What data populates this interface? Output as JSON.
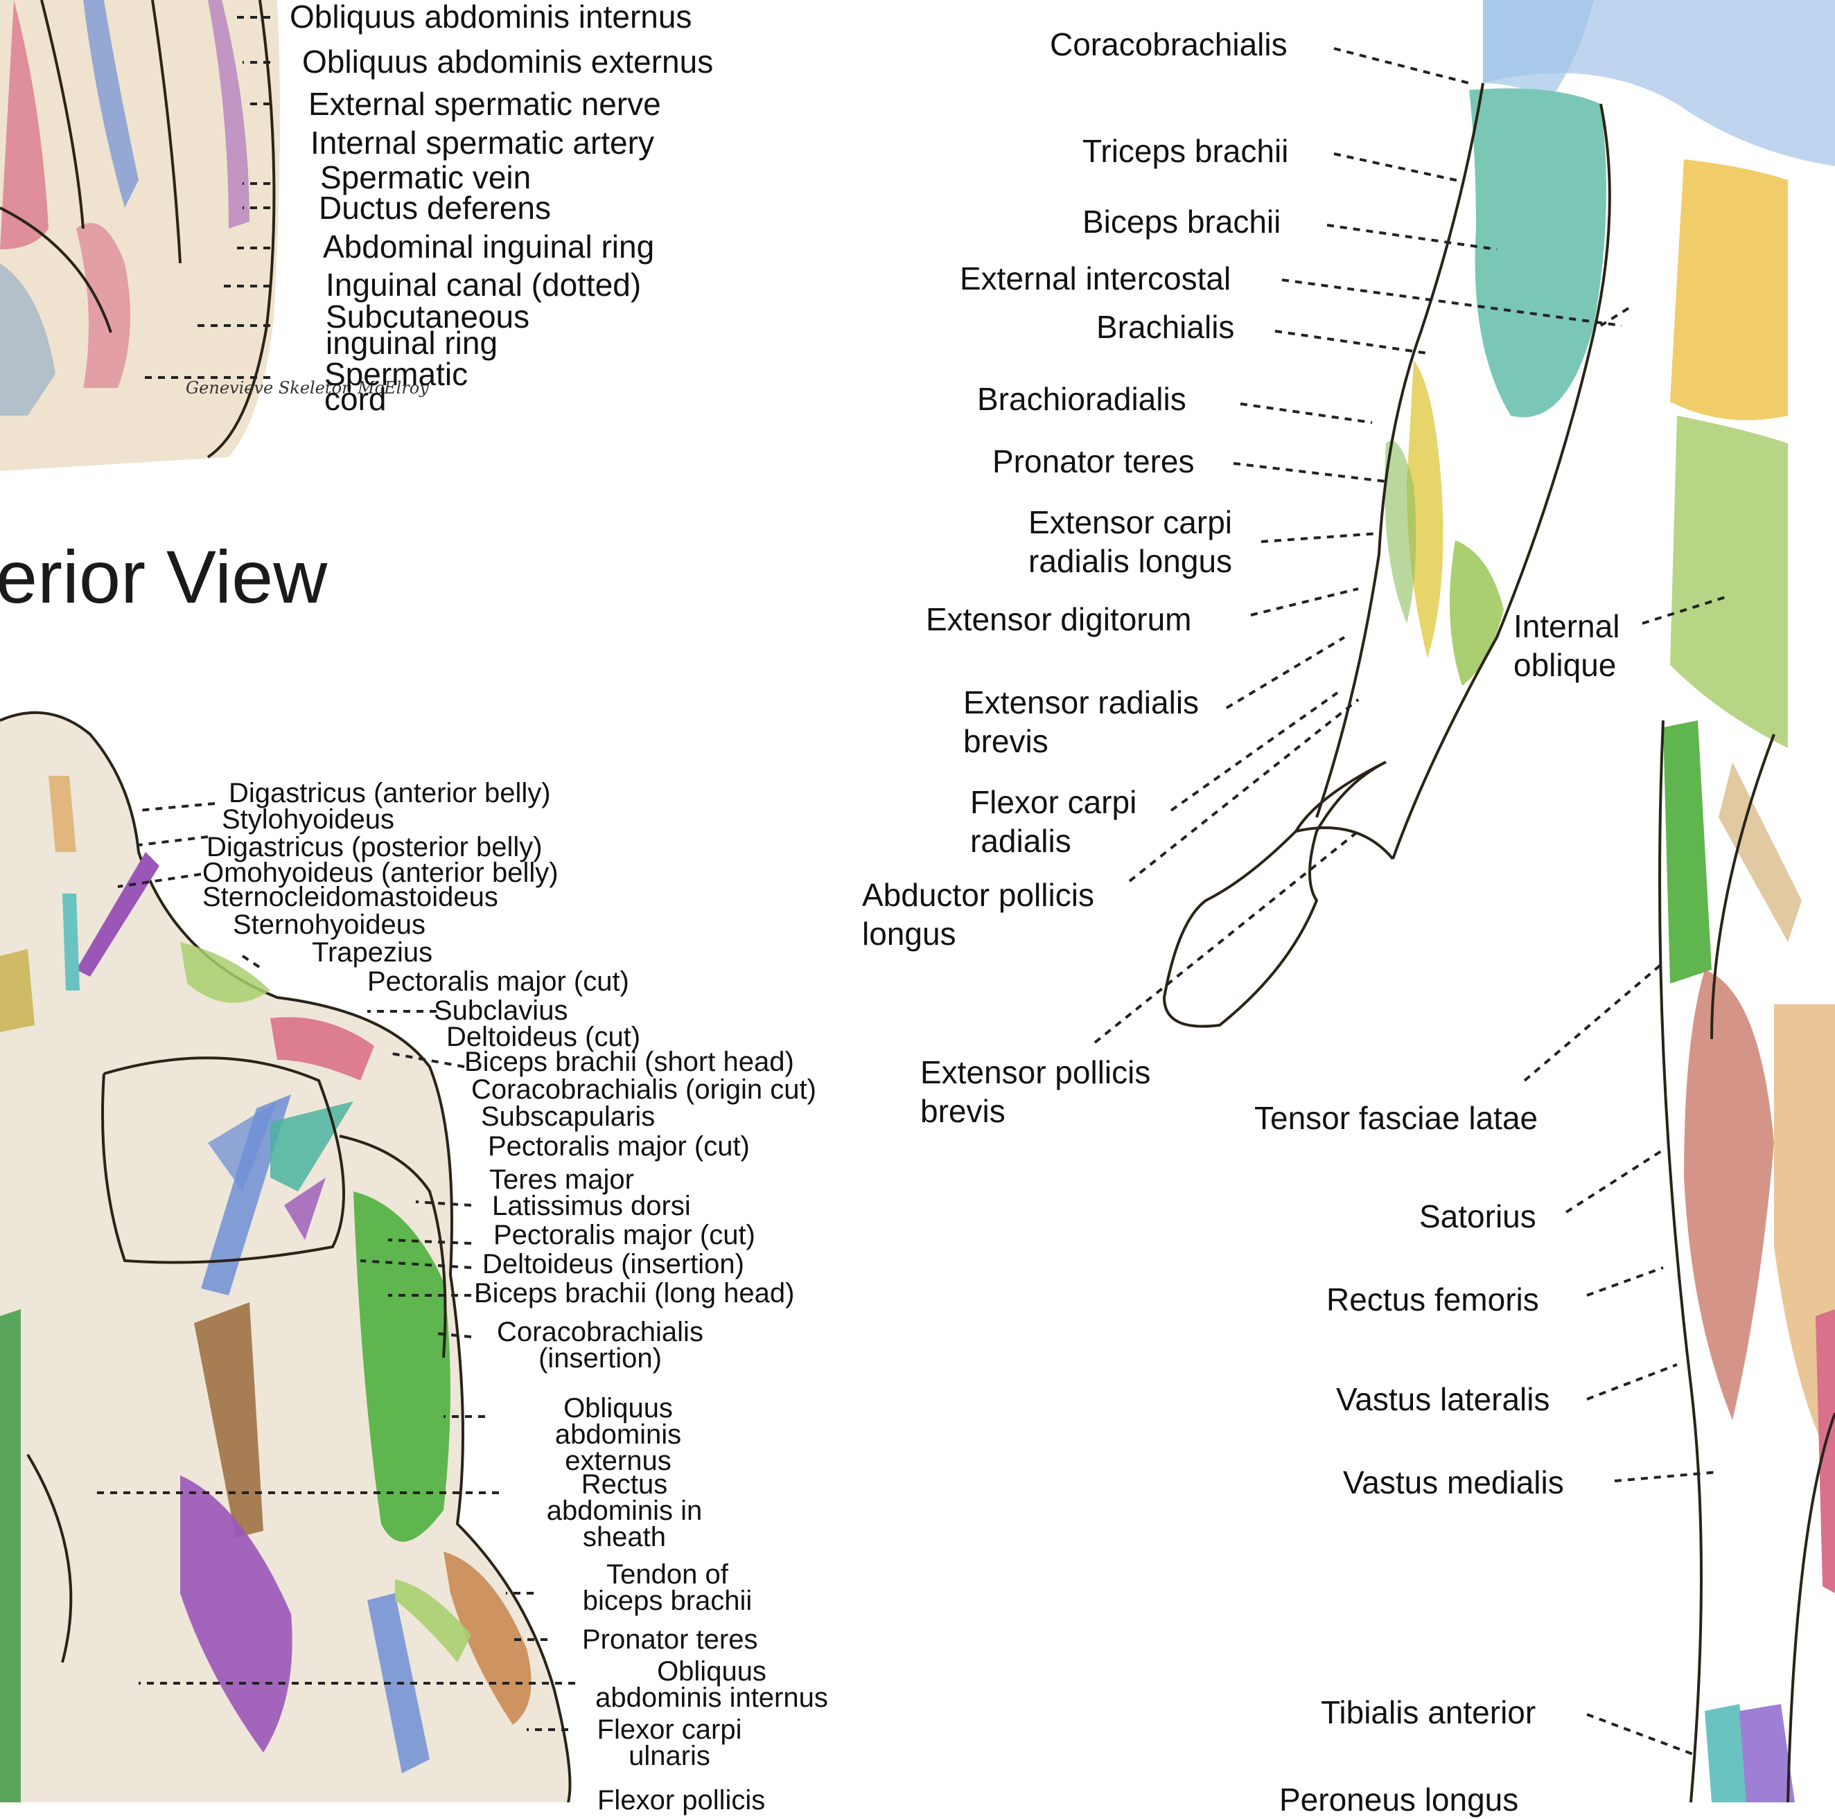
{
  "title": "erior View",
  "groin_labels": [
    "Obliquus abdominis internus",
    "Obliquus abdominis externus",
    "External spermatic nerve",
    "Internal spermatic artery",
    "Spermatic vein",
    "Ductus deferens",
    "Abdominal inguinal ring",
    "Inguinal canal (dotted)",
    "Subcutaneous inguinal ring",
    "Spermatic cord"
  ],
  "neck_arm_labels": [
    "Digastricus (anterior belly)",
    "Stylohyoideus",
    "Digastricus (posterior belly)",
    "Omohyoideus (anterior belly)",
    "Sternocleidomastoideus",
    "Sternohyoideus",
    "Trapezius",
    "Pectoralis major (cut)",
    "Subclavius",
    "Deltoideus (cut)",
    "Biceps brachii (short head)",
    "Coracobrachialis (origin cut)",
    "Subscapularis",
    "Pectoralis major (cut)",
    "Teres major",
    "Latissimus dorsi",
    "Pectoralis major (cut)",
    "Deltoideus (insertion)",
    "Biceps brachii (long head)",
    "Coracobrachialis (insertion)",
    "Obliquus abdominis externus",
    "Rectus abdominis in sheath",
    "Tendon of biceps brachii",
    "Pronator teres",
    "Obliquus abdominis internus",
    "Flexor carpi ulnaris",
    "Flexor pollicis"
  ],
  "right_labels": [
    "Coracobrachialis",
    "Triceps brachii",
    "Biceps brachii",
    "External intercostal",
    "Brachialis",
    "Brachioradialis",
    "Pronator teres",
    "Extensor carpi radialis longus",
    "Extensor digitorum",
    "Extensor radialis brevis",
    "Flexor carpi radialis",
    "Abductor pollicis longus",
    "Extensor pollicis brevis",
    "Internal oblique",
    "Tensor fasciae latae",
    "Satorius",
    "Rectus femoris",
    "Vastus lateralis",
    "Vastus medialis",
    "Tibialis anterior",
    "Peroneus longus"
  ],
  "signature": "Genevieve Skeleton McElroy",
  "colors": {
    "green": "#5fb64e",
    "teal": "#6ac3c0",
    "yellow": "#e7d46a",
    "purple": "#9a57b8",
    "blue": "#6f8fd6",
    "orange": "#c98a53",
    "pink": "#d9718a",
    "brown": "#9a6a3c",
    "lightgreen": "#a9cf70",
    "skyblue": "#9fc4e8",
    "tan": "#e1b77f"
  }
}
